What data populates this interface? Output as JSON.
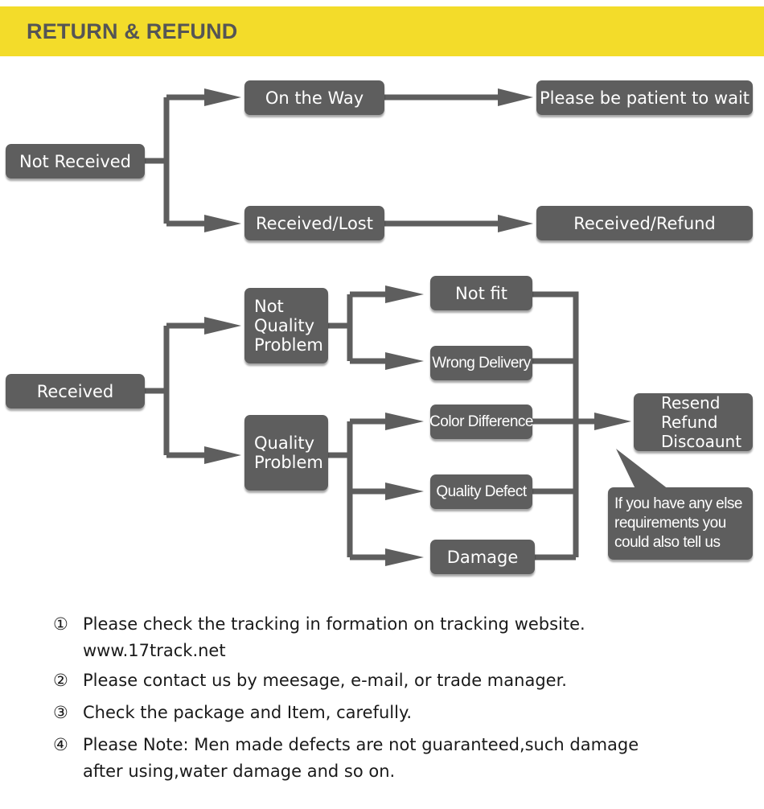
{
  "header": {
    "title": "RETURN & REFUND"
  },
  "flow": {
    "not_received": "Not Received",
    "on_the_way": "On the Way",
    "please_wait": "Please be patient to wait",
    "received_lost": "Received/Lost",
    "received_refund": "Received/Refund",
    "received": "Received",
    "not_quality_problem": "Not\nQuality\nProblem",
    "quality_problem": "Quality\nProblem",
    "not_fit": "Not fit",
    "wrong_delivery": "Wrong Delivery",
    "color_difference": "Color Difference",
    "quality_defect": "Quality Defect",
    "damage": "Damage",
    "resolution": "Resend\nRefund\nDiscoaunt",
    "note_bubble": "If you have any else\nrequirements you\ncould also tell us"
  },
  "colors": {
    "header_bg": "#f3dc2a",
    "box_bg": "#5e5e5e",
    "connector": "#5e5e5e"
  },
  "notes": [
    {
      "num": "①",
      "text": "Please check the tracking in formation on tracking website.",
      "cont": "www.17track.net"
    },
    {
      "num": "②",
      "text": "Please contact us by meesage, e-mail, or trade manager."
    },
    {
      "num": "③",
      "text": "Check the package and Item, carefully."
    },
    {
      "num": "④",
      "text": "Please Note: Men made defects  are not guaranteed,such damage",
      "cont": "after using,water damage and so on."
    }
  ]
}
